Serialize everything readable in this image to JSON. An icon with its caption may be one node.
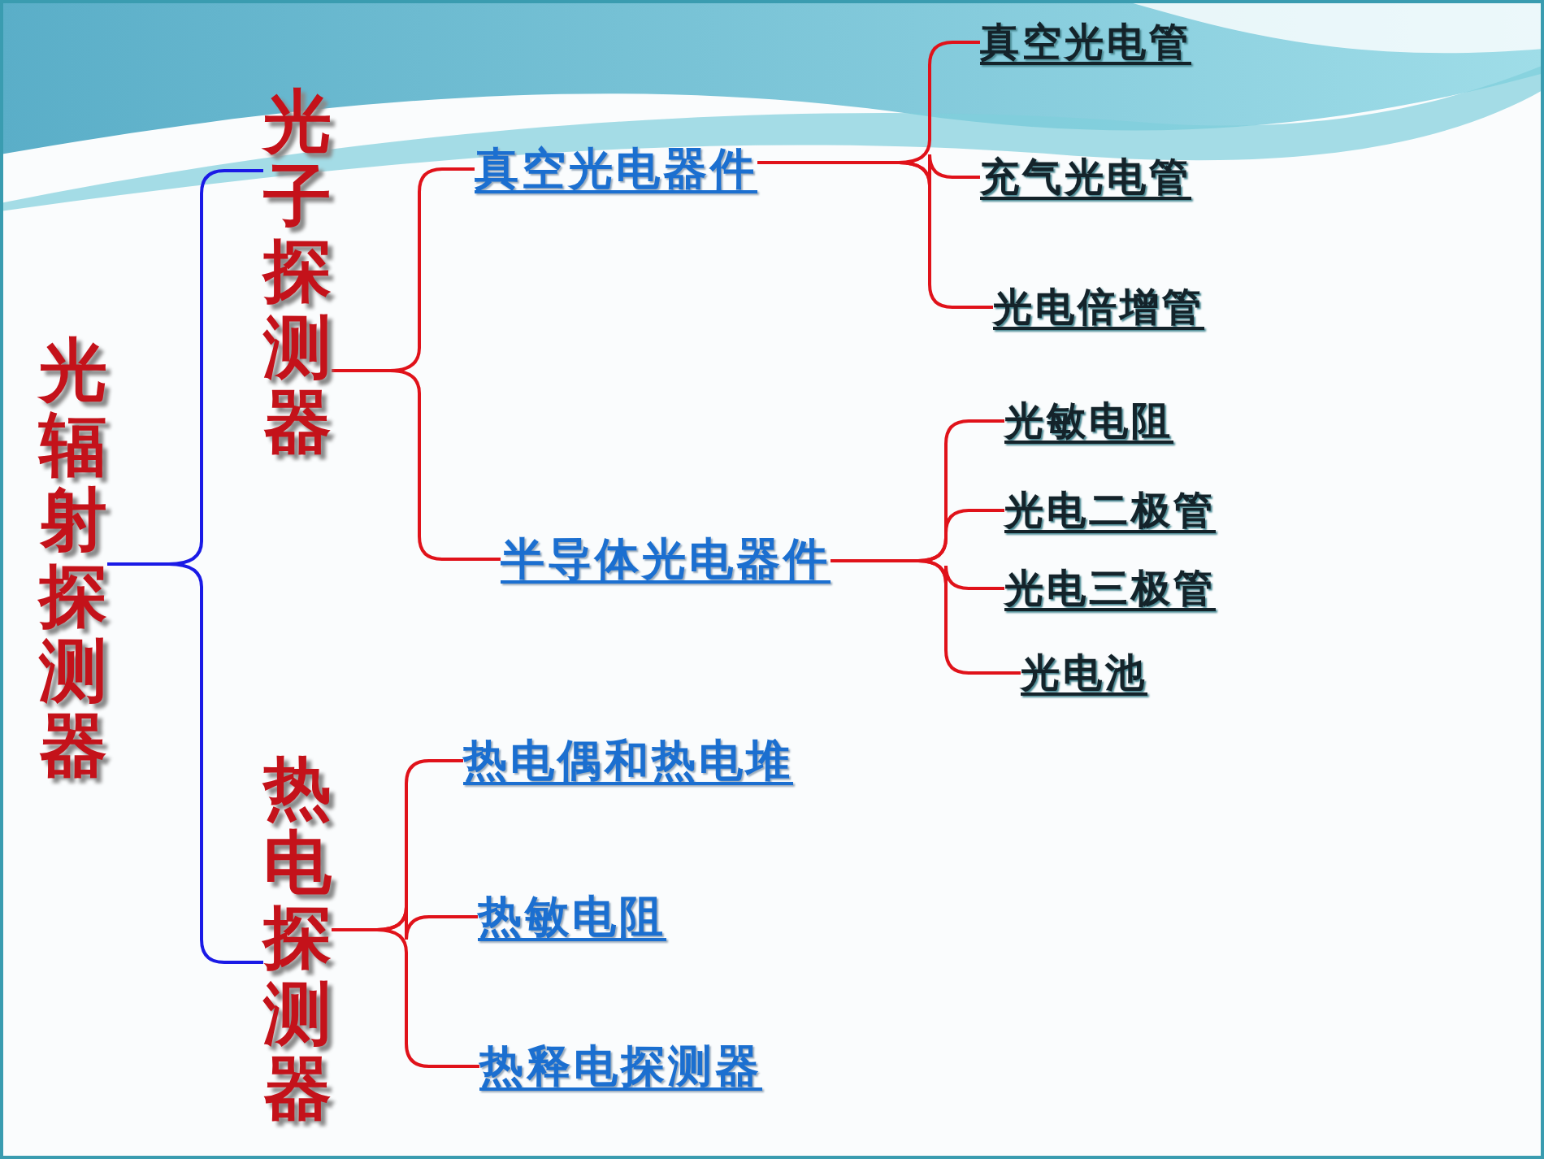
{
  "diagram": {
    "nodes": [
      {
        "text": [
          "光辐射探测器"
        ]
      },
      {
        "text": [
          "光子探测器"
        ]
      },
      {
        "text": [
          "真空光电器件"
        ]
      },
      {
        "text": [
          "真空光电管"
        ]
      },
      {
        "text": [
          "充气光电管"
        ]
      },
      {
        "text": [
          "光电倍增管"
        ]
      },
      {
        "text": [
          "半导体光电器件"
        ]
      },
      {
        "text": [
          "光敏电阻"
        ]
      },
      {
        "text": [
          "光电二极管"
        ]
      },
      {
        "text": [
          "光电三极管"
        ]
      },
      {
        "text": [
          "光电池"
        ]
      },
      {
        "text": [
          "热电探测器"
        ]
      },
      {
        "text": [
          "热电偶和热电堆"
        ]
      },
      {
        "text": [
          "热敏电阻"
        ]
      },
      {
        "text": [
          "热释电探测器"
        ]
      }
    ],
    "edges": [
      {
        "from": 0,
        "to": 1,
        "arrow": "none",
        "color": "#1a1ae6"
      },
      {
        "from": 0,
        "to": 11,
        "arrow": "none",
        "color": "#1a1ae6"
      },
      {
        "from": 1,
        "to": 2,
        "arrow": "none"
      },
      {
        "from": 1,
        "to": 6,
        "arrow": "none"
      },
      {
        "from": 2,
        "to": 3,
        "arrow": "none"
      },
      {
        "from": 2,
        "to": 4,
        "arrow": "none"
      },
      {
        "from": 2,
        "to": 5,
        "arrow": "none"
      },
      {
        "from": 6,
        "to": 7,
        "arrow": "none"
      },
      {
        "from": 6,
        "to": 8,
        "arrow": "none"
      },
      {
        "from": 6,
        "to": 9,
        "arrow": "none"
      },
      {
        "from": 6,
        "to": 10,
        "arrow": "none"
      },
      {
        "from": 11,
        "to": 12,
        "arrow": "none"
      },
      {
        "from": 11,
        "to": 13,
        "arrow": "none"
      },
      {
        "from": 11,
        "to": 14,
        "arrow": "none"
      }
    ]
  }
}
